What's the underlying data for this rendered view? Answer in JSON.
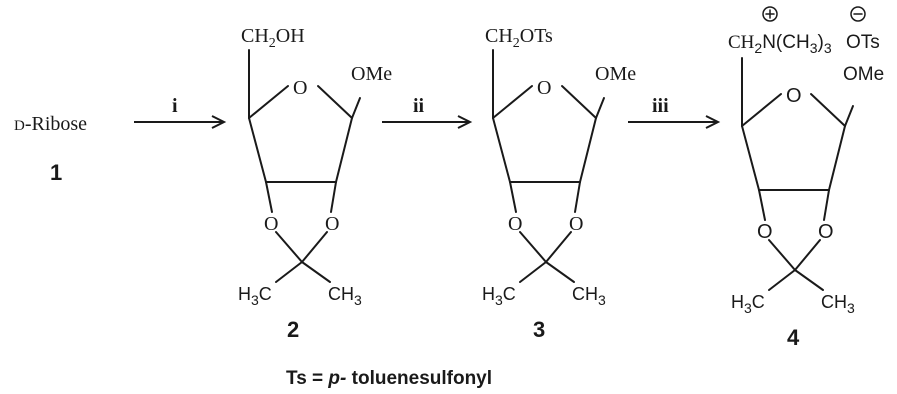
{
  "start": {
    "prefix": "D",
    "name": "-Ribose",
    "number": "1"
  },
  "arrows": [
    {
      "label": "i"
    },
    {
      "label": "ii"
    },
    {
      "label": "iii"
    }
  ],
  "compounds": [
    {
      "number": "2",
      "top_group": "CH",
      "top_sub": "2",
      "top_tail": "OH"
    },
    {
      "number": "3",
      "top_group": "CH",
      "top_sub": "2",
      "top_tail": "OTs"
    },
    {
      "number": "4",
      "top_group": "CH",
      "top_sub": "2",
      "top_mid": "N(CH",
      "top_sub2": "3",
      "top_end": ")",
      "top_sub3": "3",
      "counter_ion": "OTs",
      "plus": "+",
      "minus": "−"
    }
  ],
  "ring": {
    "o": "O",
    "ome": "OMe",
    "acetal_o": "O",
    "me_left": "H",
    "me_left_prefix": "H",
    "me_c": "C",
    "me_sub": "3",
    "me_right": "CH"
  },
  "footnote": {
    "label": "Ts = ",
    "italic": "p-",
    "text": " toluenesulfonyl"
  }
}
